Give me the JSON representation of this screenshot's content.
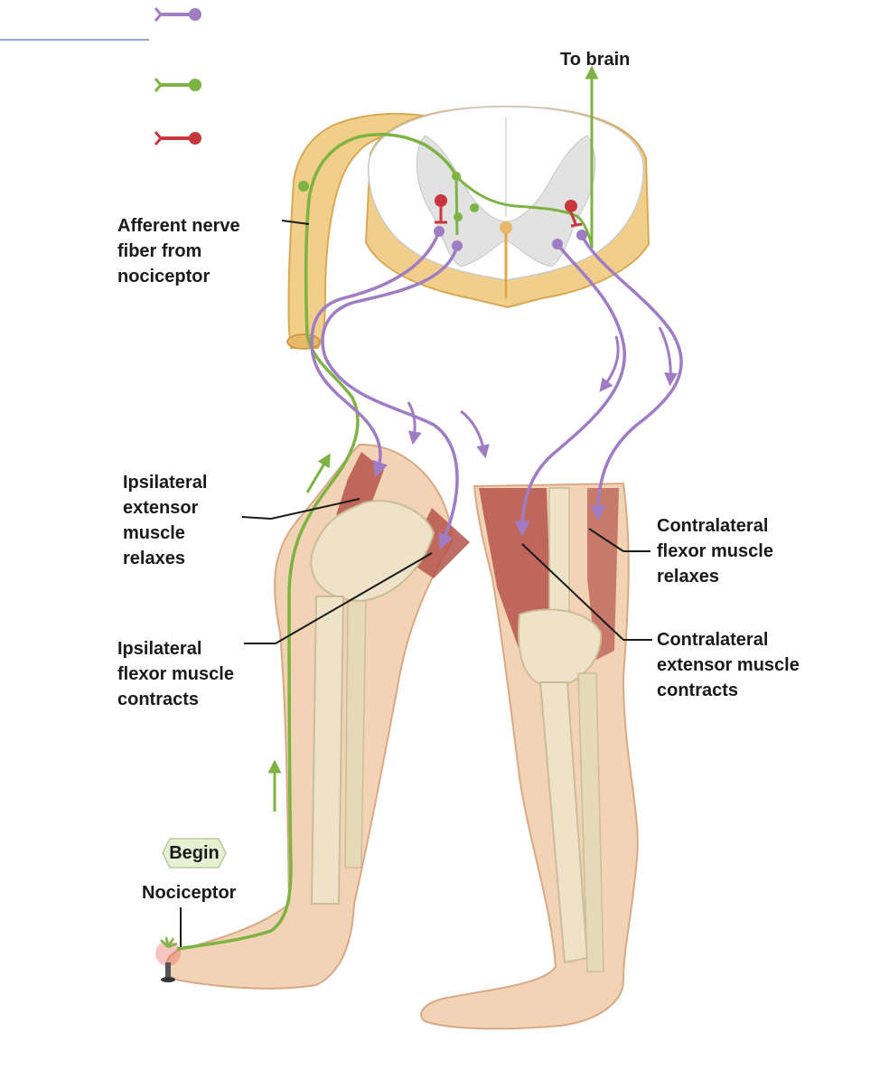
{
  "colors": {
    "motor_neuron": "#a07cc5",
    "afferent_neuron": "#7cb342",
    "inhibitory_interneuron": "#c8373d",
    "cord_tan": "#f1cf8a",
    "muscle": "#b4544a",
    "skin": "#f3d3b5",
    "bone": "#eee3c8"
  },
  "legend": {
    "icons": [
      "motor-neuron-legend-icon",
      "afferent-neuron-legend-icon",
      "inhibitory-interneuron-legend-icon"
    ]
  },
  "labels": {
    "to_brain": "To brain",
    "afferent": [
      "Afferent nerve",
      "fiber from",
      "nociceptor"
    ],
    "ipsi_extensor": [
      "Ipsilateral",
      "extensor",
      "muscle",
      "relaxes"
    ],
    "ipsi_flexor": [
      "Ipsilateral",
      "flexor muscle",
      "contracts"
    ],
    "contra_flexor": [
      "Contralateral",
      "flexor muscle",
      "relaxes"
    ],
    "contra_extensor": [
      "Contralateral",
      "extensor muscle",
      "contracts"
    ],
    "begin": "Begin",
    "nociceptor": "Nociceptor"
  }
}
